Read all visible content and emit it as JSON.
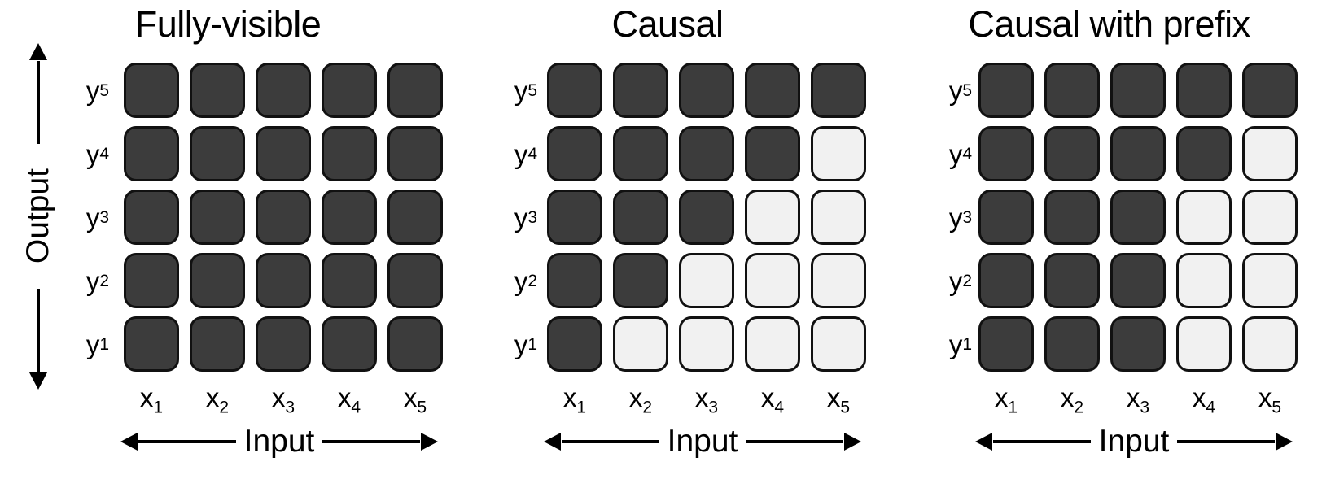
{
  "figure": {
    "background_color": "#ffffff",
    "cell_on_color": "#3c3c3c",
    "cell_off_color": "#f1f1f1",
    "cell_border_color": "#111111",
    "text_color": "#000000"
  },
  "axes": {
    "output_label": "Output",
    "input_label": "Input",
    "row_labels": [
      {
        "base": "y",
        "sub": "5"
      },
      {
        "base": "y",
        "sub": "4"
      },
      {
        "base": "y",
        "sub": "3"
      },
      {
        "base": "y",
        "sub": "2"
      },
      {
        "base": "y",
        "sub": "1"
      }
    ],
    "col_labels": [
      {
        "base": "x",
        "sub": "1"
      },
      {
        "base": "x",
        "sub": "2"
      },
      {
        "base": "x",
        "sub": "3"
      },
      {
        "base": "x",
        "sub": "4"
      },
      {
        "base": "x",
        "sub": "5"
      }
    ]
  },
  "panels": [
    {
      "title": "Fully-visible"
    },
    {
      "title": "Causal"
    },
    {
      "title": "Causal with prefix"
    }
  ],
  "chart_data": {
    "type": "heatmap",
    "title": "",
    "subtitle": "",
    "xlabel": "Input",
    "ylabel": "Output",
    "grid": false,
    "legend": "none",
    "value_meaning": {
      "1": "attention allowed (dark cell)",
      "0": "attention masked (light cell)"
    },
    "x": [
      "x1",
      "x2",
      "x3",
      "x4",
      "x5"
    ],
    "y_top_to_bottom": [
      "y5",
      "y4",
      "y3",
      "y2",
      "y1"
    ],
    "panels": [
      {
        "title": "Fully-visible",
        "rows_top_to_bottom": [
          [
            1,
            1,
            1,
            1,
            1
          ],
          [
            1,
            1,
            1,
            1,
            1
          ],
          [
            1,
            1,
            1,
            1,
            1
          ],
          [
            1,
            1,
            1,
            1,
            1
          ],
          [
            1,
            1,
            1,
            1,
            1
          ]
        ]
      },
      {
        "title": "Causal",
        "rows_top_to_bottom": [
          [
            1,
            1,
            1,
            1,
            1
          ],
          [
            1,
            1,
            1,
            1,
            0
          ],
          [
            1,
            1,
            1,
            0,
            0
          ],
          [
            1,
            1,
            0,
            0,
            0
          ],
          [
            1,
            0,
            0,
            0,
            0
          ]
        ]
      },
      {
        "title": "Causal with prefix",
        "prefix_length": 3,
        "rows_top_to_bottom": [
          [
            1,
            1,
            1,
            1,
            1
          ],
          [
            1,
            1,
            1,
            1,
            0
          ],
          [
            1,
            1,
            1,
            0,
            0
          ],
          [
            1,
            1,
            1,
            0,
            0
          ],
          [
            1,
            1,
            1,
            0,
            0
          ]
        ]
      }
    ]
  }
}
